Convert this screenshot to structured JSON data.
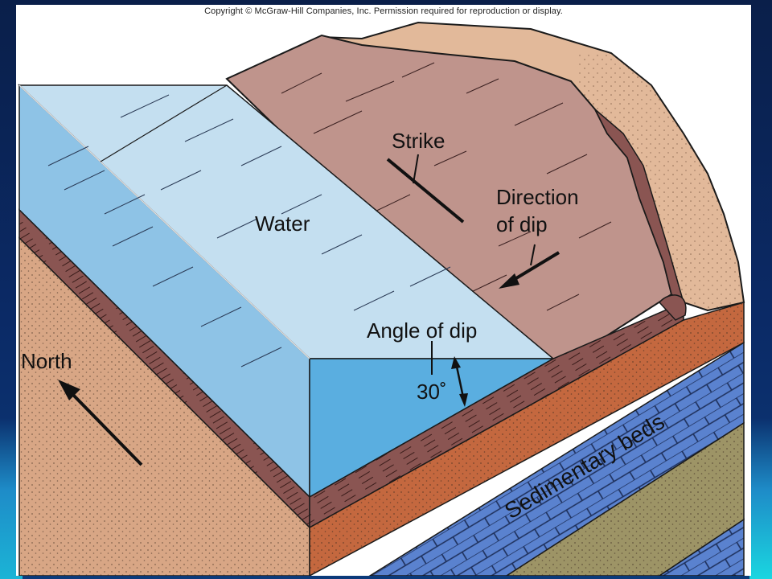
{
  "copyright": "Copyright © McGraw-Hill Companies, Inc. Permission required for reproduction or display.",
  "labels": {
    "strike": "Strike",
    "direction_line1": "Direction",
    "direction_line2": "of dip",
    "water": "Water",
    "angle_of_dip": "Angle of dip",
    "angle_value": "30˚",
    "north": "North",
    "sedimentary_beds": "Sedimentary beds"
  },
  "colors": {
    "water_top": "#c4dff0",
    "water_side": "#8ec3e6",
    "water_front": "#5aaee0",
    "rock_slope": "#bf948c",
    "rock_dark": "#8a5552",
    "sand": "#e2b99a",
    "orange_bed": "#c4683f",
    "blue_bed": "#5a82cf",
    "olive_bed": "#9d9466",
    "salmon_side": "#d8a685"
  }
}
